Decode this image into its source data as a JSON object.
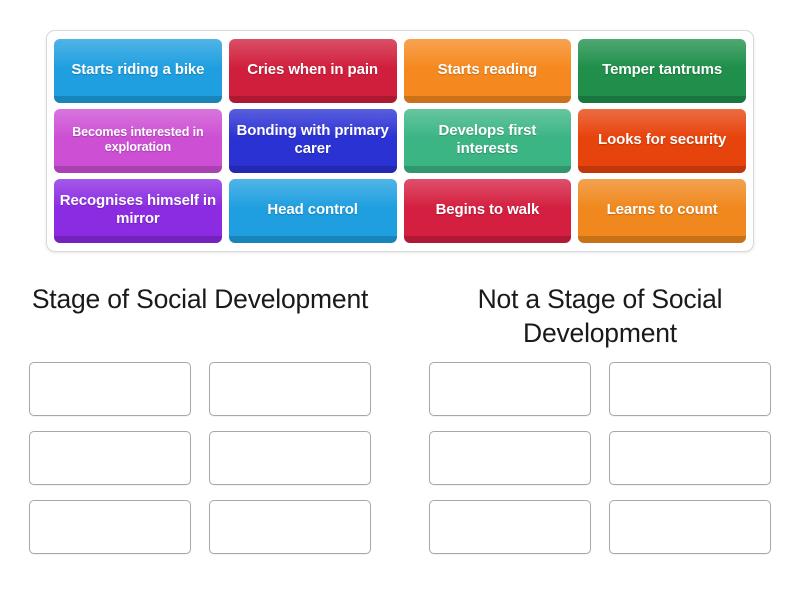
{
  "activity": {
    "type": "group-sort",
    "tray": {
      "tiles": [
        {
          "label": "Starts riding a bike",
          "color": "#1f9fe0",
          "small": false
        },
        {
          "label": "Cries when in pain",
          "color": "#d01f3c",
          "small": false
        },
        {
          "label": "Starts reading",
          "color": "#f5891f",
          "small": false
        },
        {
          "label": "Temper tantrums",
          "color": "#1f8f4b",
          "small": false
        },
        {
          "label": "Becomes interested in exploration",
          "color": "#cd4fd4",
          "small": true
        },
        {
          "label": "Bonding with primary carer",
          "color": "#2b32d4",
          "small": false
        },
        {
          "label": "Develops first interests",
          "color": "#3cb585",
          "small": false
        },
        {
          "label": "Looks for security",
          "color": "#e7430c",
          "small": false
        },
        {
          "label": "Recognises himself in mirror",
          "color": "#8b2be2",
          "small": false
        },
        {
          "label": "Head control",
          "color": "#1f9fe0",
          "small": false
        },
        {
          "label": "Begins to walk",
          "color": "#d41f40",
          "small": false
        },
        {
          "label": "Learns to count",
          "color": "#f0881e",
          "small": false
        }
      ]
    },
    "buckets": [
      {
        "title": "Stage of Social Development",
        "slot_count": 6,
        "slots": [
          "",
          "",
          "",
          "",
          "",
          ""
        ]
      },
      {
        "title": "Not a Stage of Social Development",
        "slot_count": 6,
        "slots": [
          "",
          "",
          "",
          "",
          "",
          ""
        ]
      }
    ]
  }
}
